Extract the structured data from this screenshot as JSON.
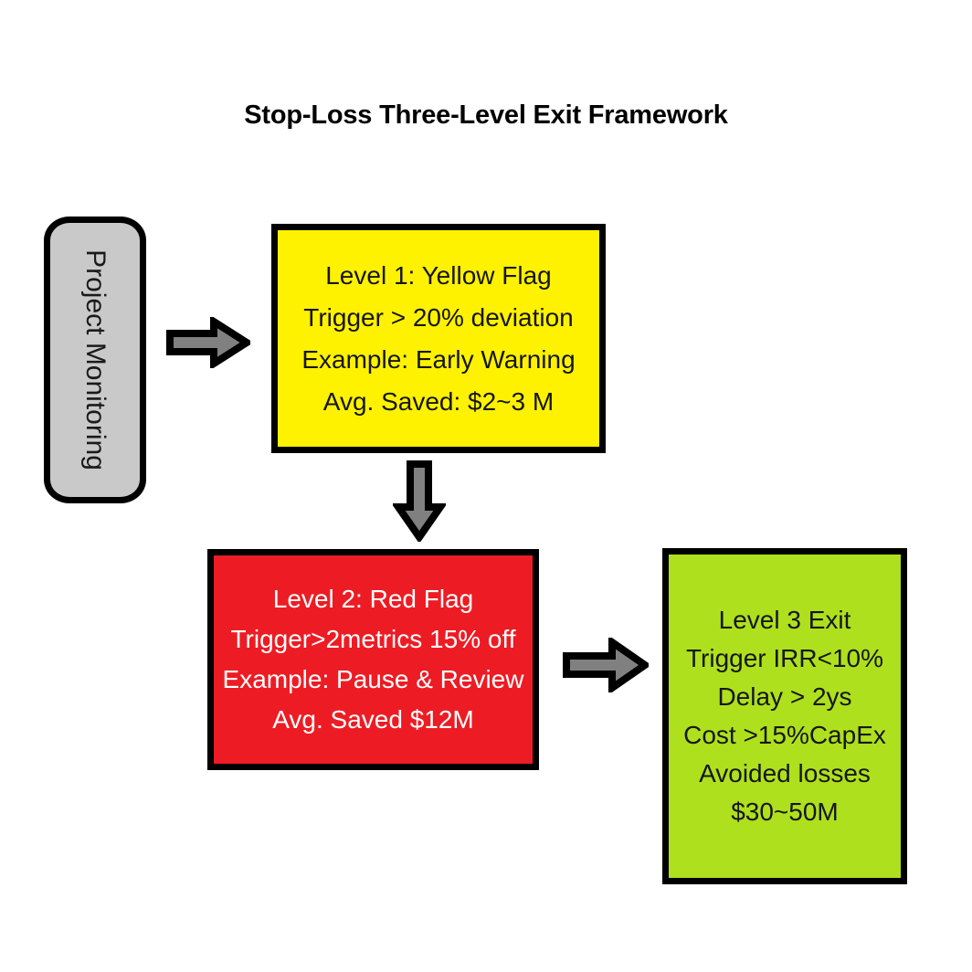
{
  "title": "Stop-Loss Three-Level Exit Framework",
  "colors": {
    "yellow": "#fff200",
    "red": "#ed1c24",
    "green": "#aee01e",
    "gray_node": "#c9c9c9",
    "arrow_fill": "#808080",
    "outline": "#000000",
    "text_dark": "#161616",
    "text_light": "#ffffff"
  },
  "nodes": {
    "source": {
      "label": "Project Monitoring",
      "shape": "rounded-rectangle",
      "orientation": "vertical-text"
    },
    "level1": {
      "lines": [
        "Level 1: Yellow Flag",
        "Trigger > 20% deviation",
        "Example: Early Warning",
        "Avg. Saved: $2~3 M"
      ]
    },
    "level2": {
      "lines": [
        "Level 2: Red Flag",
        "Trigger>2metrics 15% off",
        "Example: Pause & Review",
        "Avg. Saved $12M"
      ]
    },
    "level3": {
      "lines": [
        "Level 3 Exit",
        "Trigger IRR<10%",
        "Delay > 2ys",
        "Cost >15%CapEx",
        "Avoided losses",
        "$30~50M"
      ]
    }
  },
  "arrows": [
    {
      "name": "source-to-level1",
      "direction": "right"
    },
    {
      "name": "level1-to-level2",
      "direction": "down"
    },
    {
      "name": "level2-to-level3",
      "direction": "right"
    }
  ]
}
